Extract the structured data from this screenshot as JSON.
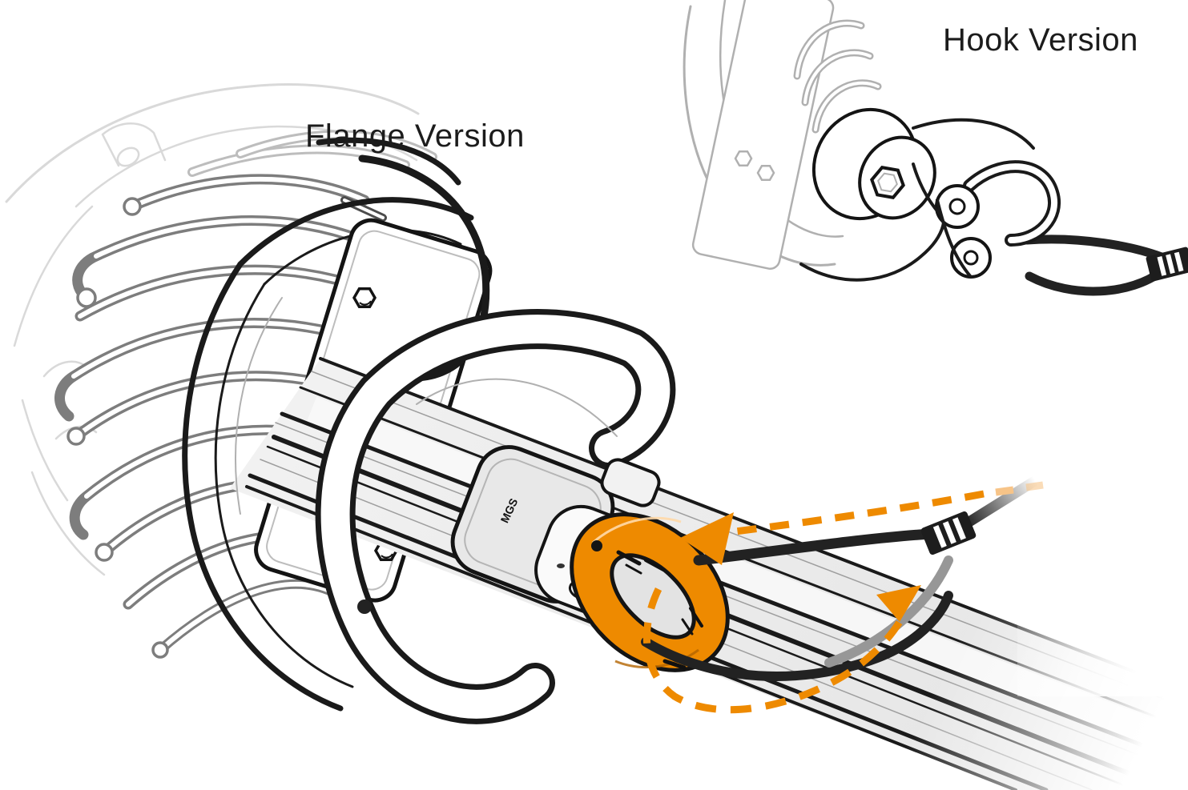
{
  "labels": {
    "flange_version": "Flange Version",
    "hook_version": "Hook Version"
  },
  "markings": {
    "swivel_label": "MGS"
  },
  "colors": {
    "background": "#FFFFFF",
    "accent_orange": "#EE8A00",
    "accent_orange_faded": "#F7C488",
    "ink": "#1A1A1A",
    "rope_black": "#222222",
    "rope_gray": "#979797",
    "cable_gray": "#7D7D7D",
    "cable_gray_dark": "#4C4C4C",
    "cable_gray_light": "#BDBDBD",
    "outline_faint": "#D9D9D9",
    "hook_gray": "#B0B0B0",
    "tube_fill": "#ECECEC",
    "tube_line_gray": "#9E9E9E",
    "label_color": "#1C1C1C"
  },
  "illustration": {
    "flange_version_parts": [
      "motor-cable-bundle",
      "mounting-ring",
      "flange-plate",
      "suspension-tube",
      "hook-guard",
      "swivel-cylinder",
      "carabiner",
      "sling-rope",
      "rotation-arrows"
    ],
    "hook_version_parts": [
      "flange-disc",
      "hub-with-hex-socket",
      "clevis-hook",
      "sling-rope"
    ]
  }
}
